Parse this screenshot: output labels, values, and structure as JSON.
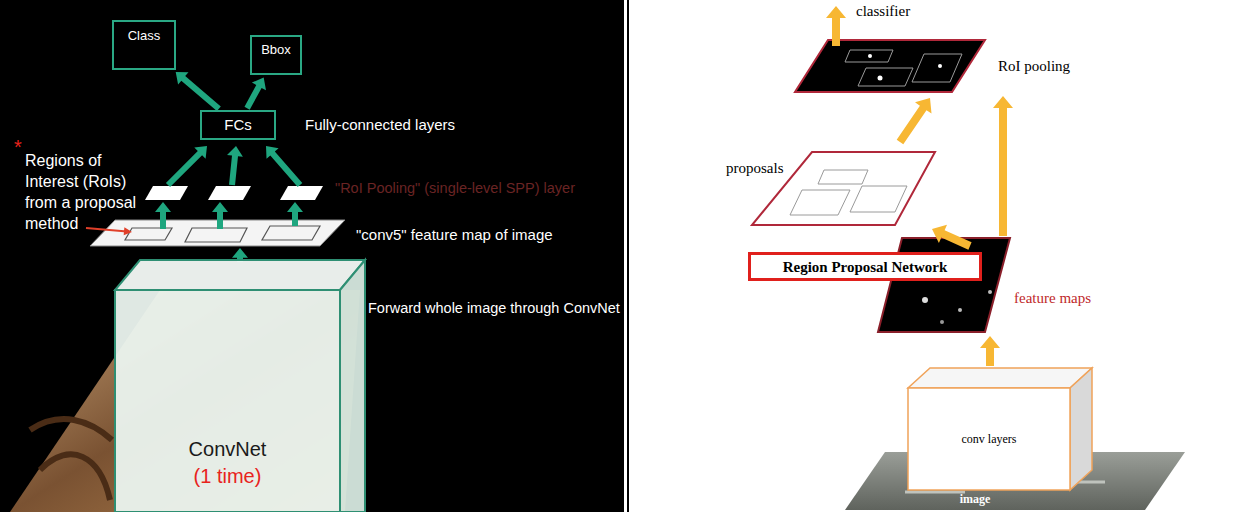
{
  "diagram": {
    "nodes": [
      {
        "text": [
          "Class"
        ]
      },
      {
        "text": [
          "Bbox"
        ]
      },
      {
        "text": [
          "FCs"
        ]
      },
      {
        "text": [
          "ConvNet",
          "(1 time)"
        ]
      },
      {
        "text": [
          "Region Proposal Network"
        ]
      },
      {
        "text": [
          "conv layers"
        ]
      },
      {
        "text": [
          "image"
        ]
      }
    ],
    "edges": [
      {
        "from": 2,
        "to": 0,
        "arrow": "to"
      },
      {
        "from": 2,
        "to": 1,
        "arrow": "to"
      }
    ],
    "labels": [
      "*",
      "Regions of Interest (RoIs) from a proposal method",
      "Fully-connected layers",
      "\"RoI Pooling\" (single-level SPP) layer",
      "\"conv5\" feature map of image",
      "Forward whole image through ConvNet",
      "classifier",
      "RoI pooling",
      "proposals",
      "feature maps"
    ]
  }
}
